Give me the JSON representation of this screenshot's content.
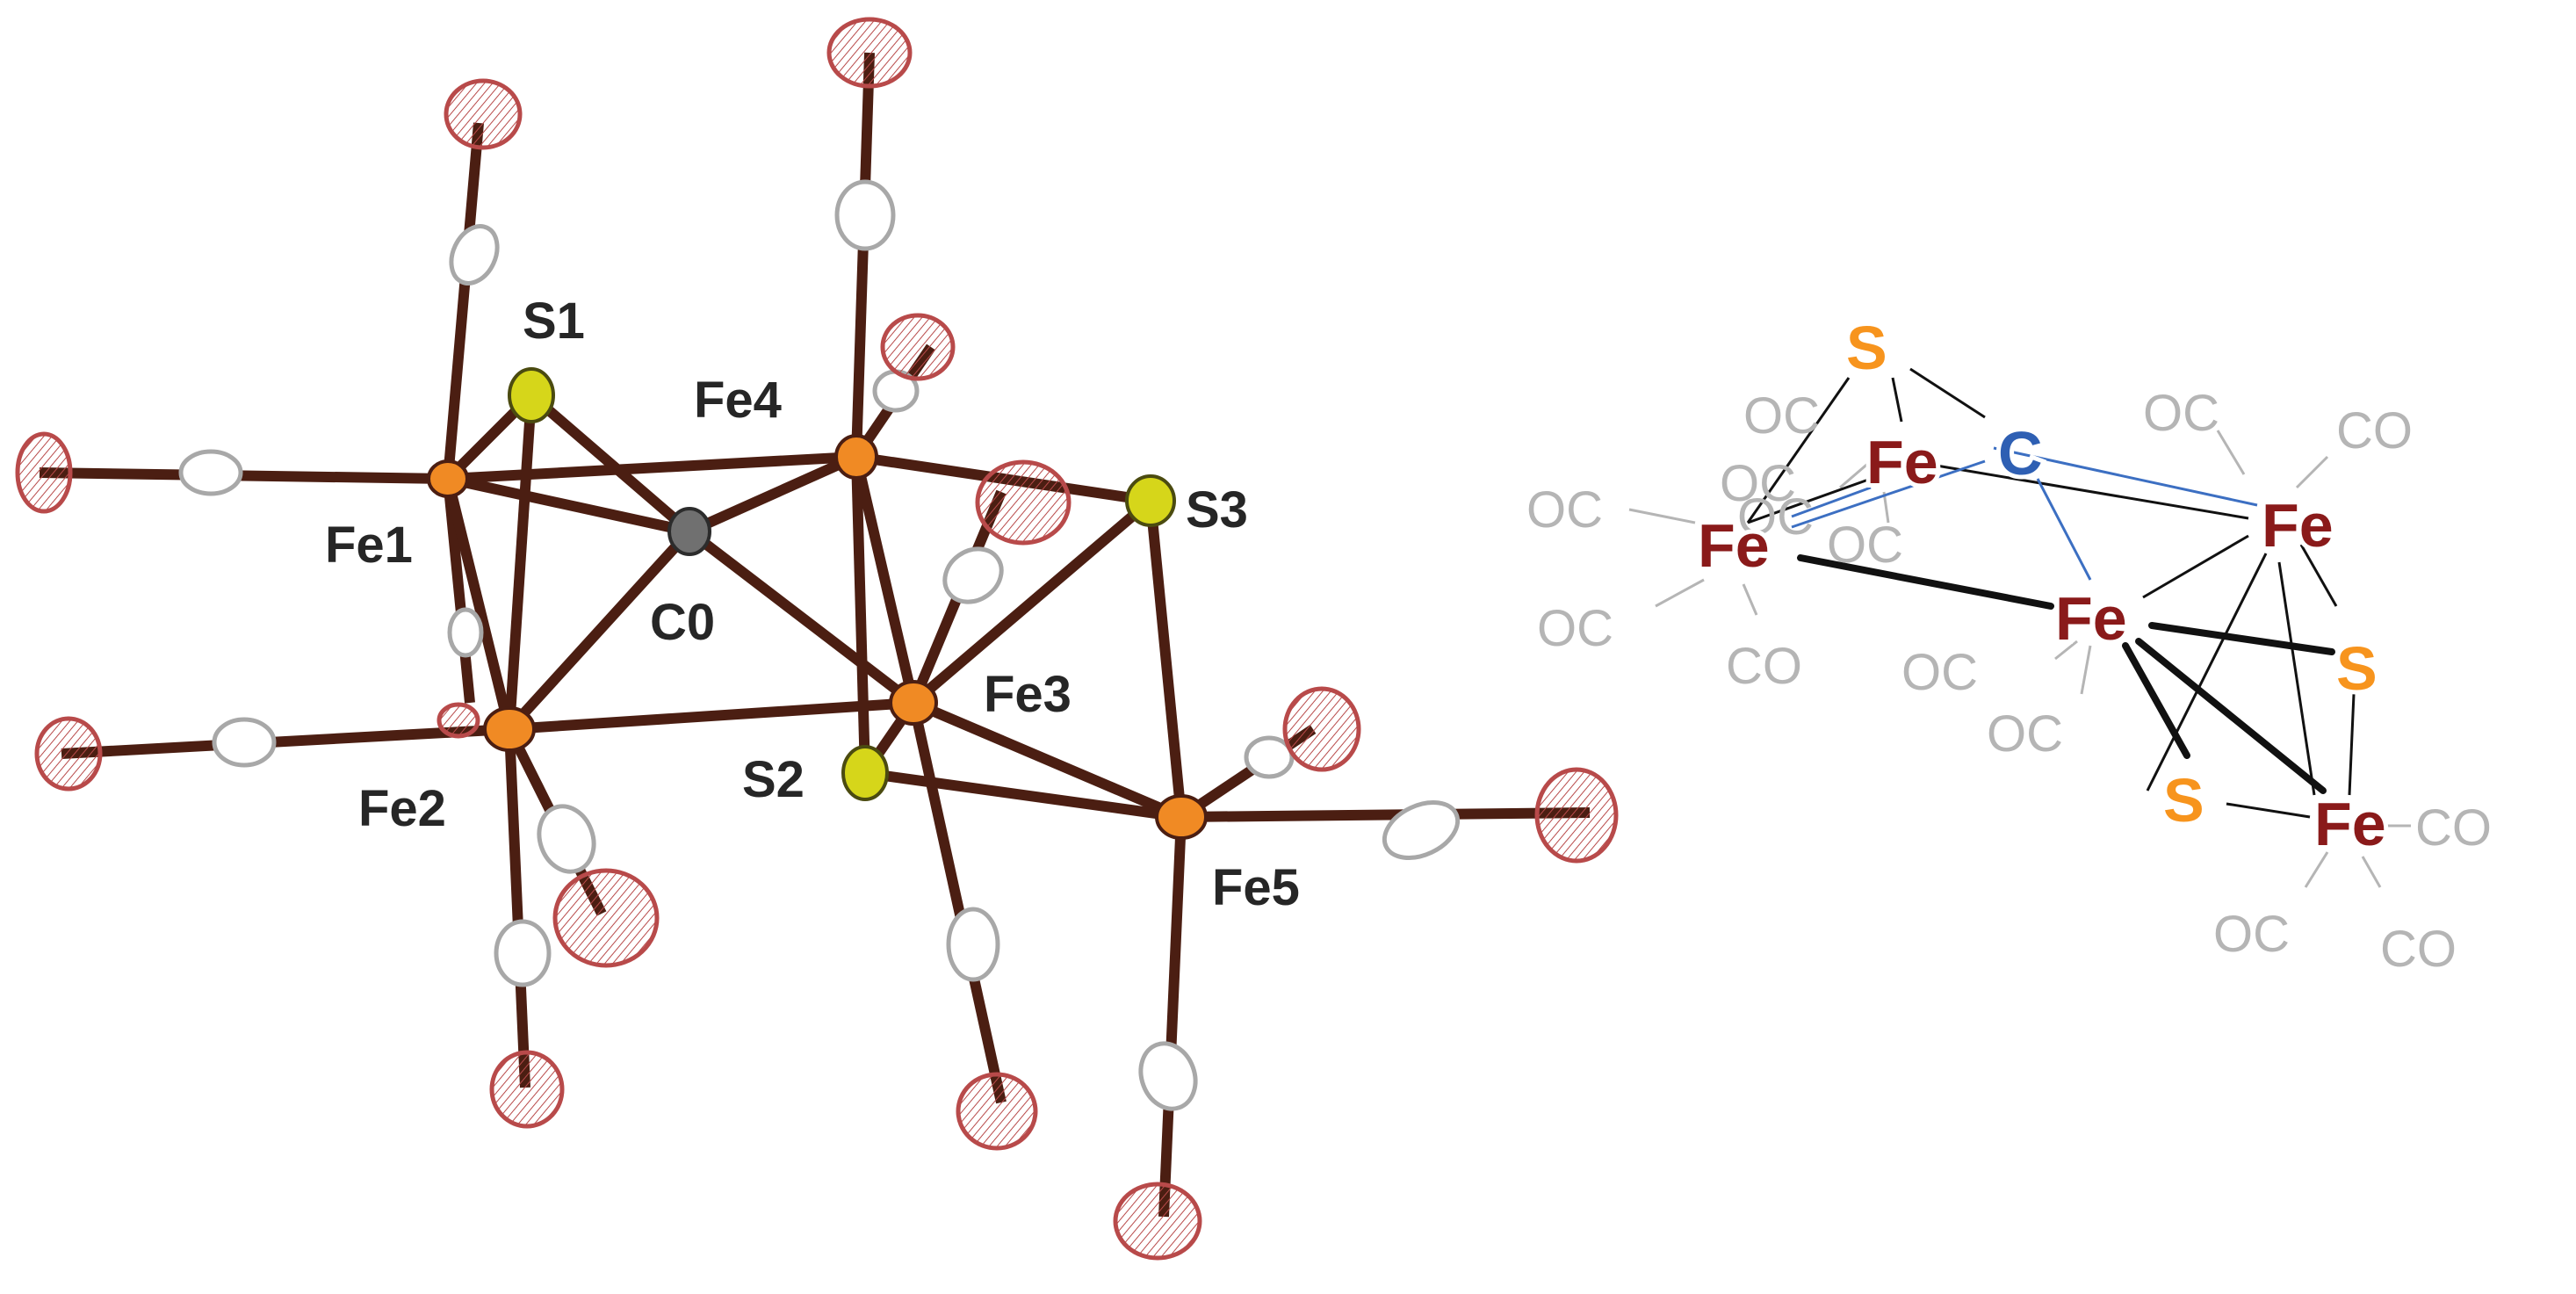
{
  "colors": {
    "fe": "#8a1a1a",
    "s": "#f7941d",
    "c": "#2e5fb3",
    "co": "#b5b5b5",
    "bond_ortep": "#4b1e12",
    "label": "#262626",
    "scheme_thin": "#111111",
    "scheme_blue": "#3c6fc2",
    "ellipsoid_o": "#b84a4a",
    "ellipsoid_c": "#a8a8a8",
    "ellipsoid_fe": "#f08a24",
    "ellipsoid_s": "#d6d61a",
    "ellipsoid_c0": "#707070"
  },
  "ortep": {
    "labels": {
      "s1": "S1",
      "fe4": "Fe4",
      "s3": "S3",
      "fe1": "Fe1",
      "c0": "C0",
      "fe3": "Fe3",
      "s2": "S2",
      "fe2": "Fe2",
      "fe5": "Fe5"
    }
  },
  "scheme": {
    "atoms": {
      "s_top": "S",
      "fe_back": "Fe",
      "c_center": "C",
      "fe_left": "Fe",
      "fe_right": "Fe",
      "fe_mid": "Fe",
      "s_right": "S",
      "s_lower": "S",
      "fe_bottom": "Fe"
    },
    "ligands": {
      "oc1": "OC",
      "oc2": "OC",
      "oc3": "OC",
      "oc4": "OC",
      "oc5": "OC",
      "oc6": "OC",
      "co1": "CO",
      "oc7": "OC",
      "co2": "CO",
      "oc8": "OC",
      "oc9": "OC",
      "co3": "CO",
      "oc10": "OC",
      "co4": "CO"
    }
  }
}
